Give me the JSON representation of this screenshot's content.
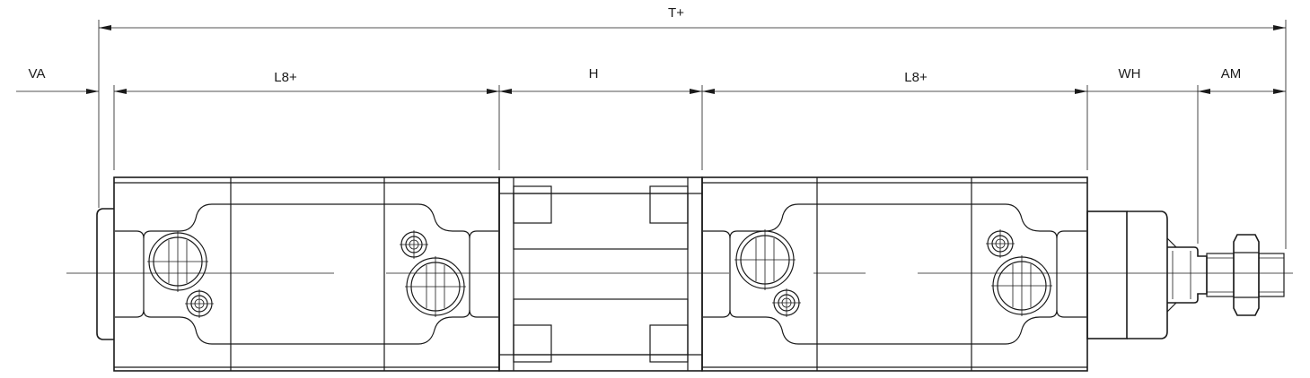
{
  "dimensions": {
    "overall": "T+",
    "va": "VA",
    "l8_left": "L8+",
    "h": "H",
    "l8_right": "L8+",
    "wh": "WH",
    "am": "AM"
  },
  "colors": {
    "line": "#1a1a1a",
    "background": "#ffffff"
  }
}
